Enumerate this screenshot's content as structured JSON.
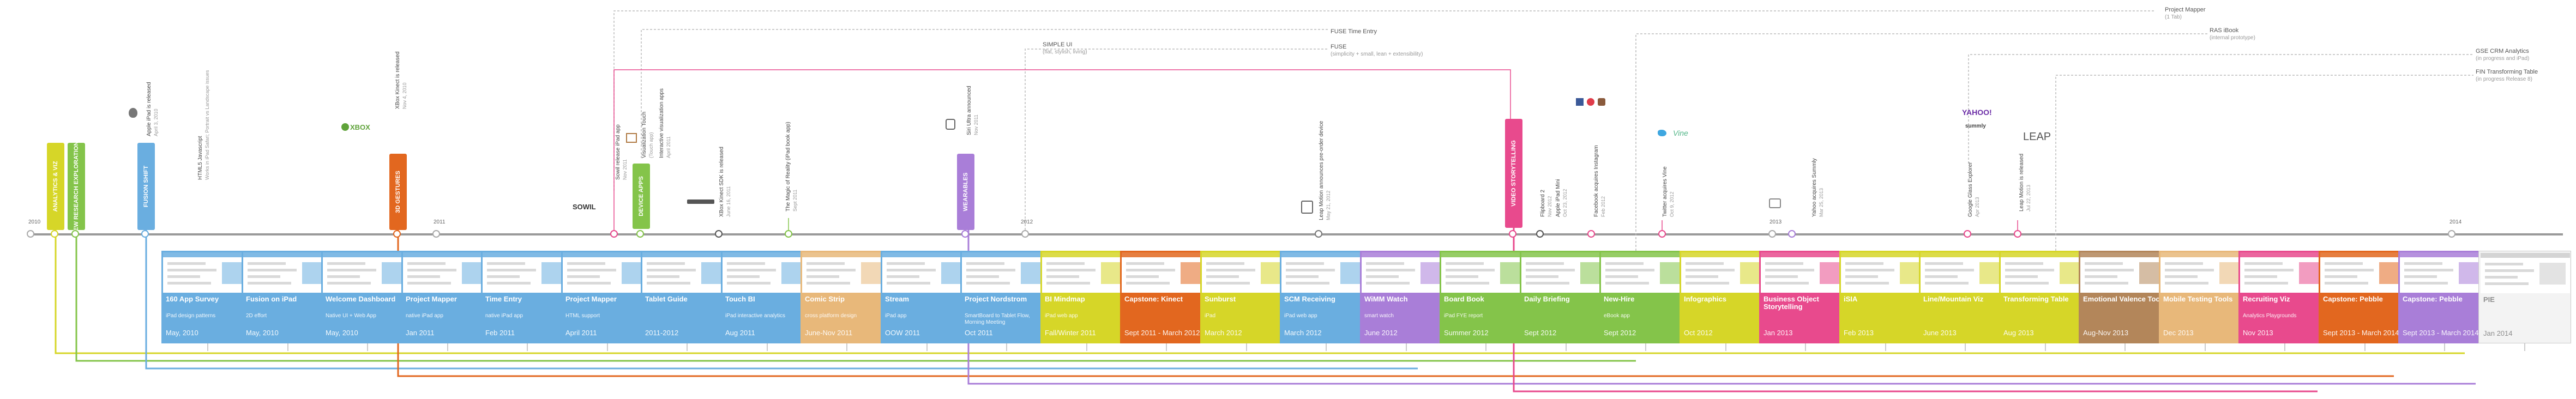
{
  "colors": {
    "blue": "#6aaee0",
    "green": "#84c44a",
    "orange": "#e2671f",
    "purple": "#a97ed8",
    "pink": "#e84a8d",
    "teal": "#5cc6c2",
    "yellow": "#d6d628",
    "tan": "#e8b87a",
    "brown": "#b3865a",
    "red": "#d63b3b",
    "gray": "#b5b5b5"
  },
  "years": [
    "2010",
    "2011",
    "2012",
    "2013",
    "2014"
  ],
  "categories": [
    {
      "label": "ANALYTICS & VIZ",
      "color": "#d6d628"
    },
    {
      "label": "NEW RESEARCH EXPLORATIONS",
      "color": "#84c44a"
    },
    {
      "label": "FUSION SHIFT",
      "color": "#6aaee0"
    },
    {
      "label": "3D GESTURES",
      "color": "#e2671f"
    },
    {
      "label": "DEVICE APPS",
      "color": "#84c44a"
    },
    {
      "label": "WEARABLES",
      "color": "#a97ed8"
    },
    {
      "label": "VIDEO STORYTELLING",
      "color": "#e84a8d"
    }
  ],
  "events_above": [
    {
      "title": "Apple iPad is released",
      "date": "April 3, 2010"
    },
    {
      "title": "HTML5 Javascript",
      "date": "Works in iPad Safari; Portrait vs Landscape issues"
    },
    {
      "title": "XBox Kinect is released",
      "date": "Nov 4, 2010"
    },
    {
      "title": "Sowil release iPad app",
      "date": "Nov 2011"
    },
    {
      "title": "Visualization Touch",
      "date": "(Touch app)"
    },
    {
      "title": "Interactive visualization apps",
      "date": "April 2011"
    },
    {
      "title": "XBox Kinect SDK is released",
      "date": "June 16, 2011"
    },
    {
      "title": "The Magic of Reality (iPad book app)",
      "date": "Sept 2011"
    },
    {
      "title": "Siri Ultra announced",
      "date": "Nov 2011"
    },
    {
      "title": "Leap Motion announces pre-order device",
      "date": "May 21, 2012"
    },
    {
      "title": "Flipboard 2",
      "date": "Nov 2012"
    },
    {
      "title": "Apple iPad Mini",
      "date": "Oct 23, 2012"
    },
    {
      "title": "Facebook acquires Instagram",
      "date": "Feb 2012"
    },
    {
      "title": "Twitter acquires Vine",
      "date": "Oct 9, 2012"
    },
    {
      "title": "Yahoo acquires Summly",
      "date": "Mar 25, 2013"
    },
    {
      "title": "Google Glass Explorer",
      "date": "Apr 2013"
    },
    {
      "title": "Leap Motion is released",
      "date": "Jul 22, 2013"
    }
  ],
  "notes": [
    {
      "title": "Project Mapper",
      "sub": "(1 Tab)"
    },
    {
      "title": "FUSE Time Entry",
      "sub": ""
    },
    {
      "title": "FUSE",
      "sub": "(simplicity + small, lean + extensibility)"
    },
    {
      "title": "SIMPLE UI",
      "sub": "(flat, stylish, living)"
    },
    {
      "title": "RAS iBook",
      "sub": "(internal prototype)"
    },
    {
      "title": "GSE CRM Analytics",
      "sub": "(in progress and iPad)"
    },
    {
      "title": "FIN Transforming Table",
      "sub": "(in progress Release 8)"
    }
  ],
  "brands": {
    "xbox": "XBOX",
    "sowil": "SOWIL",
    "vine": "Vine",
    "yahoo": "YAHOO!",
    "summly": "summly",
    "leap": "LEAP"
  },
  "cards": [
    {
      "title": "160 App Survey",
      "sub": "iPad design patterns",
      "date": "May, 2010",
      "color": "#6aaee0"
    },
    {
      "title": "Fusion on iPad",
      "sub": "2D effort",
      "date": "May, 2010",
      "color": "#6aaee0"
    },
    {
      "title": "Welcome Dashboard",
      "sub": "Native UI + Web App",
      "date": "May, 2010",
      "color": "#6aaee0"
    },
    {
      "title": "Project Mapper",
      "sub": "native iPad app",
      "date": "Jan 2011",
      "color": "#6aaee0"
    },
    {
      "title": "Time Entry",
      "sub": "native iPad app",
      "date": "Feb 2011",
      "color": "#6aaee0"
    },
    {
      "title": "Project Mapper",
      "sub": "HTML support",
      "date": "April 2011",
      "color": "#6aaee0"
    },
    {
      "title": "Tablet Guide",
      "sub": "",
      "date": "2011-2012",
      "color": "#6aaee0"
    },
    {
      "title": "Touch BI",
      "sub": "iPad interactive analytics",
      "date": "Aug 2011",
      "color": "#6aaee0"
    },
    {
      "title": "Comic Strip",
      "sub": "cross platform design",
      "date": "June-Nov 2011",
      "color": "#e8b87a"
    },
    {
      "title": "Stream",
      "sub": "iPad app",
      "date": "OOW 2011",
      "color": "#6aaee0"
    },
    {
      "title": "Project Nordstrom",
      "sub": "SmartBoard to Tablet Flow, Morning Meeting",
      "date": "Oct 2011",
      "color": "#6aaee0"
    },
    {
      "title": "BI Mindmap",
      "sub": "iPad web app",
      "date": "Fall/Winter 2011",
      "color": "#d6d628"
    },
    {
      "title": "Capstone: Kinect",
      "sub": "",
      "date": "Sept 2011 - March 2012",
      "color": "#e2671f"
    },
    {
      "title": "Sunburst",
      "sub": "iPad",
      "date": "March 2012",
      "color": "#d6d628"
    },
    {
      "title": "SCM Receiving",
      "sub": "iPad web app",
      "date": "March 2012",
      "color": "#6aaee0"
    },
    {
      "title": "WiMM Watch",
      "sub": "smart watch",
      "date": "June 2012",
      "color": "#a97ed8"
    },
    {
      "title": "Board Book",
      "sub": "iPad FYE report",
      "date": "Summer 2012",
      "color": "#84c44a"
    },
    {
      "title": "Daily Briefing",
      "sub": "",
      "date": "Sept 2012",
      "color": "#84c44a"
    },
    {
      "title": "New-Hire",
      "sub": "eBook app",
      "date": "Sept 2012",
      "color": "#84c44a"
    },
    {
      "title": "Infographics",
      "sub": "",
      "date": "Oct 2012",
      "color": "#d6d628"
    },
    {
      "title": "Business Object Storytelling",
      "sub": "",
      "date": "Jan 2013",
      "color": "#e84a8d"
    },
    {
      "title": "iSIA",
      "sub": "",
      "date": "Feb 2013",
      "color": "#d6d628"
    },
    {
      "title": "Line/Mountain Viz",
      "sub": "",
      "date": "June 2013",
      "color": "#d6d628"
    },
    {
      "title": "Transforming Table",
      "sub": "",
      "date": "Aug 2013",
      "color": "#d6d628"
    },
    {
      "title": "Emotional Valence Tools",
      "sub": "",
      "date": "Aug-Nov 2013",
      "color": "#b3865a"
    },
    {
      "title": "Mobile Testing Tools",
      "sub": "",
      "date": "Dec 2013",
      "color": "#e8b87a"
    },
    {
      "title": "Recruiting Viz",
      "sub": "Analytics Playgrounds",
      "date": "Nov 2013",
      "color": "#e84a8d"
    },
    {
      "title": "Capstone: Pebble",
      "sub": "",
      "date": "Sept 2013 - March 2014",
      "color": "#e2671f"
    },
    {
      "title": "Capstone: Pebble",
      "sub": "",
      "date": "Sept 2013 - March 2014",
      "color": "#a97ed8"
    },
    {
      "title": "PIE",
      "sub": "",
      "date": "Jan 2014",
      "color": "#f3f3f3"
    }
  ]
}
